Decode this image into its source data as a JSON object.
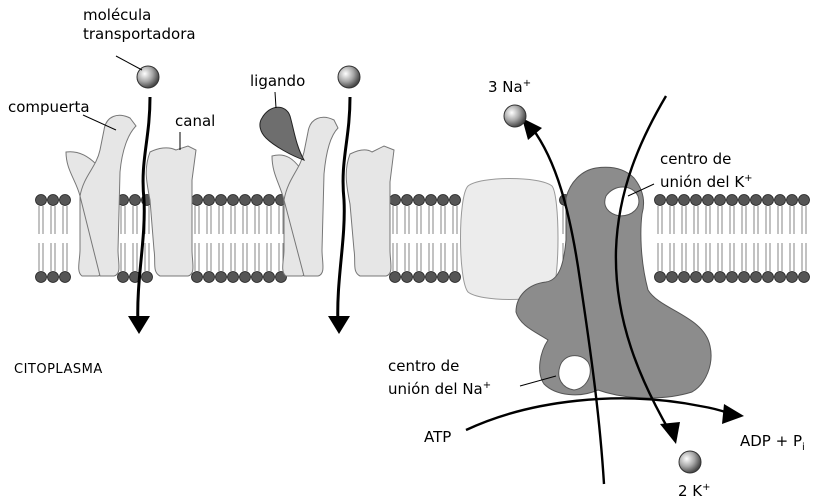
{
  "labels": {
    "carrier_line1": "molécula",
    "carrier_line2": "transportadora",
    "gate": "compuerta",
    "channel": "canal",
    "ligand": "ligando",
    "cytoplasm": "CITOPLASMA",
    "na_out_count": "3 Na",
    "na_out_sup": "+",
    "k_site_line1": "centro de",
    "k_site_line2": "unión del K",
    "k_site_sup": "+",
    "na_site_line1": "centro de",
    "na_site_line2": "unión del Na",
    "na_site_sup": "+",
    "atp": "ATP",
    "adp": "ADP + P",
    "adp_sub": "i",
    "k_in_count": "2 K",
    "k_in_sup": "+"
  },
  "colors": {
    "pump": "#8c8c8c",
    "protein_light": "#e6e6e6",
    "lipid_head": "#555555",
    "ligand": "#6e6e6e",
    "ink": "#000000"
  }
}
